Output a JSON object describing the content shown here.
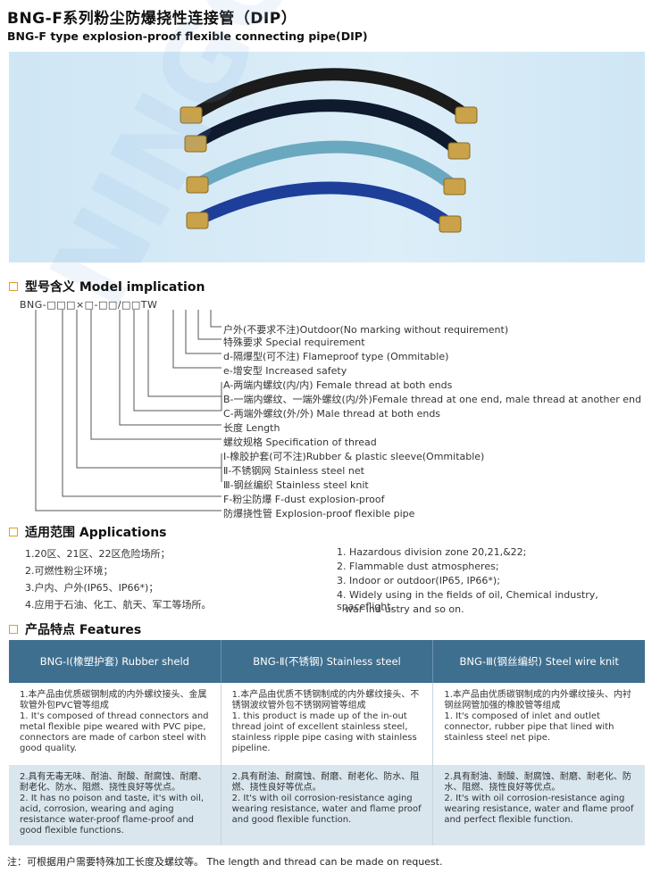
{
  "header": {
    "title_cn": "BNG-F系列粉尘防爆挠性连接管（DIP）",
    "title_en": "BNG-F type explosion-proof flexible connecting pipe(DIP)"
  },
  "model": {
    "heading": "型号含义  Model implication",
    "code": "BNG-□□□×□-□□/□□TW",
    "labels": [
      "户外(不要求不注)Outdoor(No marking without requirement)",
      "特殊要求 Special requirement",
      "d-隔爆型(可不注) Flameproof type (Ommitable)",
      "e-增安型 Increased safety",
      "A-两端内螺纹(内/内) Female thread at both ends",
      "B-一端内螺纹、一端外螺纹(内/外)Female thread at one end, male thread at another end",
      "C-两端外螺纹(外/外) Male thread at both ends",
      "长度 Length",
      "螺纹规格 Specification of thread",
      "Ⅰ-橡胶护套(可不注)Rubber & plastic sleeve(Ommitable)",
      "Ⅱ-不锈钢网 Stainless steel net",
      "Ⅲ-钢丝编织 Stainless steel knit",
      "F-粉尘防爆 F-dust explosion-proof",
      "防爆挠性管 Explosion-proof flexible pipe"
    ]
  },
  "applications": {
    "heading": "适用范围  Applications",
    "cn": [
      "1.20区、21区、22区危险场所；",
      "2.可燃性粉尘环境；",
      "3.户内、户外(IP65、IP66*)；",
      "4.应用于石油、化工、航天、军工等场所。"
    ],
    "en": [
      "1. Hazardous division zone 20,21,&22;",
      "2. Flammable dust atmospheres;",
      "3. Indoor or outdoor(IP65, IP66*);",
      "4. Widely using in the fields of oil, Chemical industry, spaceflight,",
      "war ind-ustry and so on."
    ]
  },
  "features": {
    "heading": "产品特点  Features",
    "columns": [
      "BNG-Ⅰ(橡塑护套) Rubber sheld",
      "BNG-Ⅱ(不锈钢) Stainless steel",
      "BNG-Ⅲ(钢丝编织) Steel wire knit"
    ],
    "row1": [
      "1.本产品由优质碳钢制成的内外螺纹接头、金属软管外包PVC管等组成\n1. It's composed of thread connectors and metal flexible pipe weared with PVC pipe, connectors are made of carbon steel with good quality.",
      "1.本产品由优质不锈钢制成的内外螺纹接头、不锈钢波纹管外包不锈钢网管等组成\n1. this product is made up of the in-out thread joint of excellent stainless steel, stainless ripple pipe casing with stainless pipeline.",
      "1.本产品由优质碳钢制成的内外螺纹接头、内衬钢丝网管加强的橡胶管等组成\n1. It's composed of inlet and outlet connector, rubber pipe that lined with stainless steel net pipe."
    ],
    "row2": [
      "2.具有无毒无味、耐油、耐酸、耐腐蚀、耐磨、耐老化、防水、阻燃、挠性良好等优点。\n2. It has no poison and taste, it's with oil, acid, corrosion, wearing and aging resistance water-proof flame-proof and good flexible functions.",
      "2.具有耐油、耐腐蚀、耐磨、耐老化、防水、阻燃、挠性良好等优点。\n2. It's with oil corrosion-resistance aging wearing resistance, water and flame proof and good flexible function.",
      "2.具有耐油、耐酸、耐腐蚀、耐磨、耐老化、防水、阻燃、挠性良好等优点。\n2. It's with oil corrosion-resistance aging wearing resistance, water and flame proof and perfect flexible function."
    ]
  },
  "note": "注：可根据用户需要特殊加工长度及螺纹等。 The length and thread can be made on request.",
  "colors": {
    "accent": "#e0a020",
    "table_header": "#3f6f8f",
    "table_alt_row": "#d9e6ee",
    "photo_bg": "#d4eaf7"
  }
}
